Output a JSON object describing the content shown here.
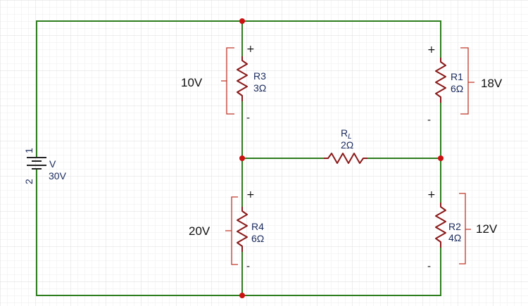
{
  "colors": {
    "wire": "#2e7d1e",
    "resistor": "#8b1a1a",
    "bracket": "#c0392b",
    "node": "#cc1111",
    "grid_minor": "#eeeeee",
    "grid_major": "#dedede",
    "component_text": "#1a2a5c"
  },
  "battery": {
    "pin_top": "1",
    "pin_bottom": "2",
    "name": "V",
    "value": "30V"
  },
  "resistors": {
    "r3": {
      "name": "R3",
      "value": "3Ω"
    },
    "r1": {
      "name": "R1",
      "value": "6Ω"
    },
    "rl": {
      "name": "R",
      "subscript": "L",
      "value": "2Ω"
    },
    "r4": {
      "name": "R4",
      "value": "6Ω"
    },
    "r2": {
      "name": "R2",
      "value": "4Ω"
    }
  },
  "voltages": {
    "r3": "10V",
    "r1": "18V",
    "r4": "20V",
    "r2": "12V"
  },
  "polarity": {
    "plus": "+",
    "minus": "-"
  }
}
